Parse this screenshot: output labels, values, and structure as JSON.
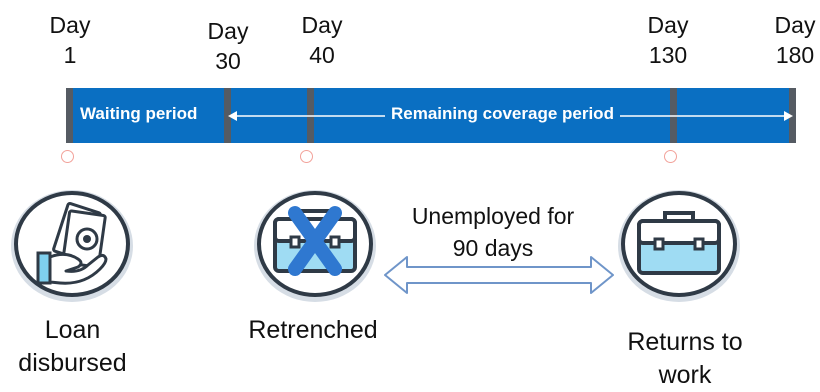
{
  "timeline": {
    "days": [
      {
        "day": "Day",
        "num": "1"
      },
      {
        "day": "Day",
        "num": "30"
      },
      {
        "day": "Day",
        "num": "40"
      },
      {
        "day": "Day",
        "num": "130"
      },
      {
        "day": "Day",
        "num": "180"
      }
    ],
    "waiting_label": "Waiting period",
    "coverage_label": "Remaining coverage period",
    "bar_color": "#0a6fc2"
  },
  "events": {
    "loan": {
      "line1": "Loan",
      "line2": "disbursed",
      "icon": "cash-in-hand-icon"
    },
    "retrenched": {
      "label": "Retrenched",
      "icon": "crossed-briefcase-icon"
    },
    "returns": {
      "line1": "Returns to",
      "line2": "work",
      "icon": "briefcase-icon"
    }
  },
  "duration": {
    "line1": "Unemployed for",
    "line2": "90 days"
  }
}
